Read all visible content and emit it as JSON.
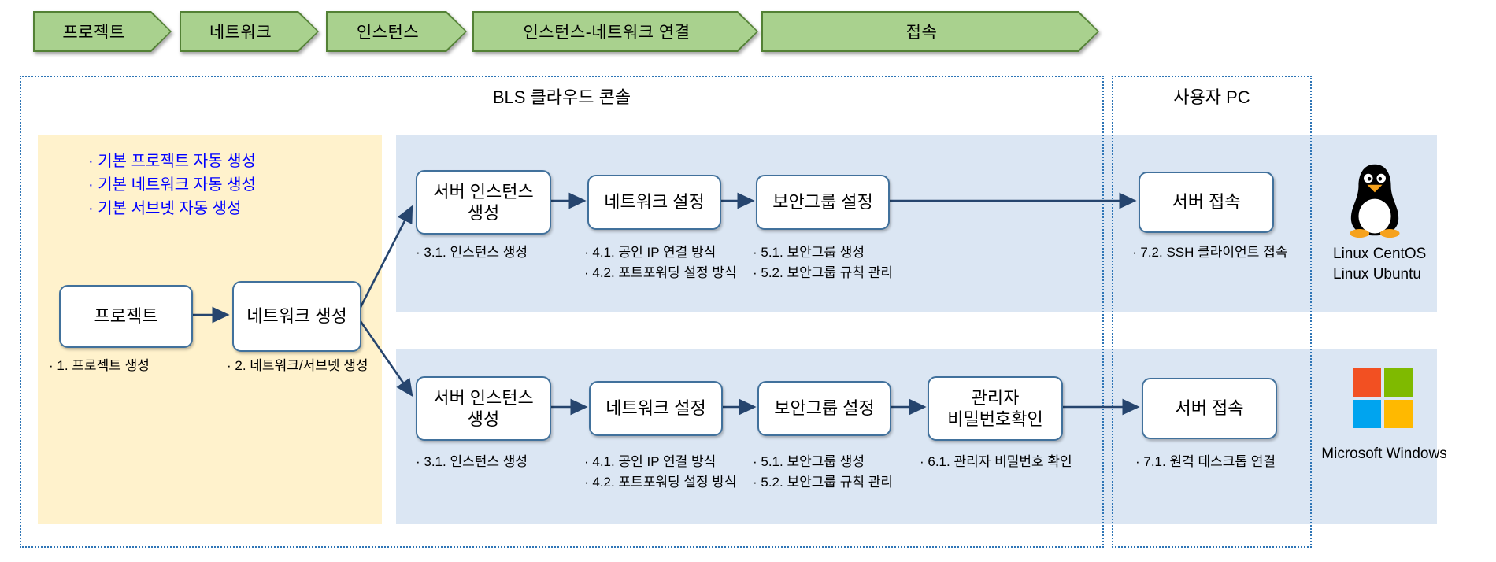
{
  "banner": {
    "steps": [
      {
        "label": "프로젝트"
      },
      {
        "label": "네트워크"
      },
      {
        "label": "인스턴스"
      },
      {
        "label": "인스턴스-네트워크 연결"
      },
      {
        "label": "접속"
      }
    ]
  },
  "regions": {
    "console_title": "BLS 클라우드 콘솔",
    "user_pc_title": "사용자 PC"
  },
  "setup_panel": {
    "notes": [
      "· 기본 프로젝트 자동 생성",
      "· 기본 네트워크 자동 생성",
      "· 기본 서브넷 자동 생성"
    ],
    "project_node": {
      "label": "프로젝트",
      "caption": "· 1. 프로젝트 생성"
    },
    "network_node": {
      "label": "네트워크 생성",
      "caption": "· 2. 네트워크/서브넷 생성"
    }
  },
  "linux_flow": {
    "instance_node": {
      "label": "서버 인스턴스\n생성",
      "caption": "· 3.1. 인스턴스 생성"
    },
    "network_node": {
      "label": "네트워크 설정",
      "caption1": "· 4.1. 공인 IP 연결 방식",
      "caption2": "· 4.2. 포트포워딩 설정 방식"
    },
    "security_node": {
      "label": "보안그룹 설정",
      "caption1": "· 5.1. 보안그룹 생성",
      "caption2": "· 5.2. 보안그룹 규칙 관리"
    },
    "access_node": {
      "label": "서버 접속",
      "caption": "· 7.2. SSH 클라이언트 접속"
    },
    "os": {
      "line1": "Linux CentOS",
      "line2": "Linux Ubuntu"
    }
  },
  "windows_flow": {
    "instance_node": {
      "label": "서버 인스턴스\n생성",
      "caption": "· 3.1. 인스턴스 생성"
    },
    "network_node": {
      "label": "네트워크 설정",
      "caption1": "· 4.1. 공인 IP 연결 방식",
      "caption2": "· 4.2. 포트포워딩 설정 방식"
    },
    "security_node": {
      "label": "보안그룹 설정",
      "caption1": "· 5.1. 보안그룹 생성",
      "caption2": "· 5.2. 보안그룹 규칙 관리"
    },
    "password_node": {
      "label": "관리자\n비밀번호확인",
      "caption": "· 6.1. 관리자 비밀번호 확인"
    },
    "access_node": {
      "label": "서버 접속",
      "caption": "· 7.1. 원격 데스크톱 연결"
    },
    "os": {
      "label": "Microsoft Windows"
    }
  },
  "colors": {
    "chevron_fill": "#a9d18e",
    "chevron_border": "#538135",
    "region_border": "#2e75b6",
    "setup_panel_bg": "#fff2cc",
    "flow_panel_bg": "#dbe6f3",
    "node_border": "#41719c",
    "arrow": "#26456e",
    "note_text": "#0000ff",
    "windows_logo": [
      "#f25022",
      "#7fba00",
      "#00a4ef",
      "#ffb900"
    ]
  }
}
